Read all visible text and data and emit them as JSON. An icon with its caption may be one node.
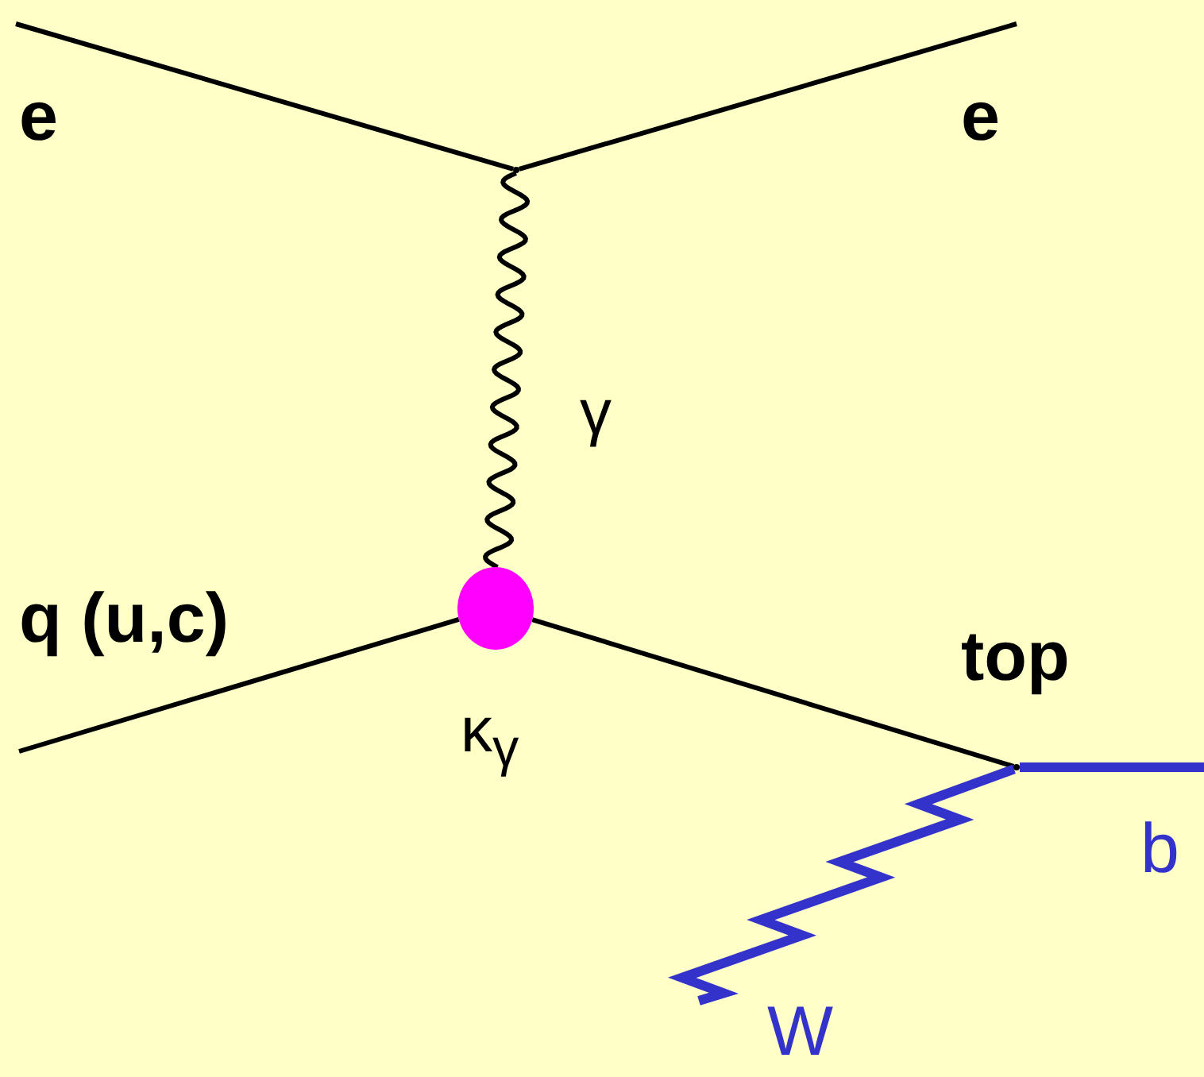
{
  "diagram": {
    "nodes": [
      {
        "text": [],
        "shape": "point"
      },
      {
        "text": [],
        "shape": "circle",
        "beside": [
          "κ$_{γ}$"
        ]
      },
      {
        "text": [],
        "shape": "point"
      }
    ],
    "edges": [
      {
        "from": null,
        "to": 0,
        "arrow": "none",
        "label": "e"
      },
      {
        "from": 0,
        "to": null,
        "arrow": "none",
        "label": "e"
      },
      {
        "from": 0,
        "to": 1,
        "arrow": "none",
        "label": "γ"
      },
      {
        "from": null,
        "to": 1,
        "arrow": "none",
        "label": "q (u,c)"
      },
      {
        "from": 1,
        "to": 2,
        "arrow": "none",
        "label": "top"
      },
      {
        "from": 2,
        "to": null,
        "arrow": "none",
        "label": "b",
        "color": "#3333cc",
        "style": "thick"
      },
      {
        "from": 2,
        "to": null,
        "arrow": "none",
        "label": "W",
        "color": "#3333cc",
        "style": "thick"
      }
    ]
  }
}
